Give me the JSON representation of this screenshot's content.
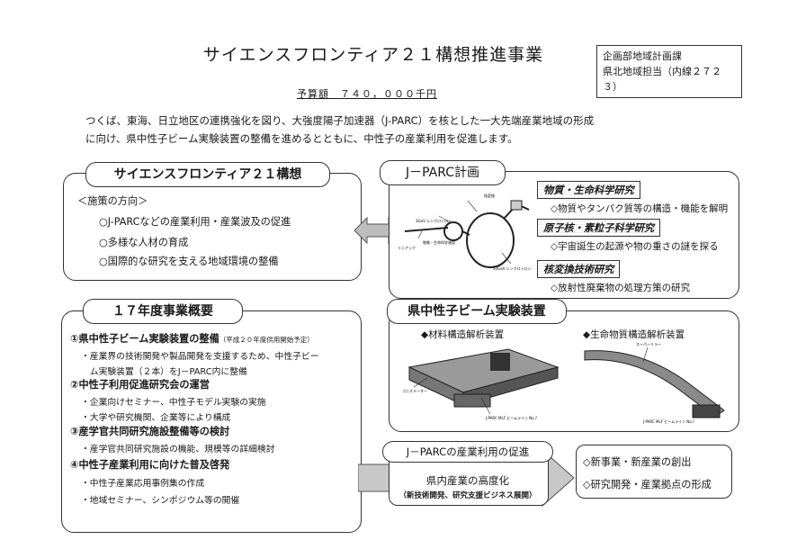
{
  "header": {
    "title": "サイエンスフロンティア２１構想推進事業",
    "dept_line1": "企画部地域計画課",
    "dept_line2": "県北地域担当（内線２７２３）",
    "budget": "予算額　７４０，０００千円"
  },
  "intro": {
    "line1": "つくば、東海、日立地区の連携強化を図り、大強度陽子加速器（J-PARC）を核とした一大先端産業地域の形成",
    "line2": "に向け、県中性子ビーム実験装置の整備を進めるとともに、中性子の産業利用を促進します。"
  },
  "concept": {
    "title": "サイエンスフロンティア２１構想",
    "policy_heading": "＜施策の方向＞",
    "items": [
      "○J-PARCなどの産業利用・産業波及の促進",
      "○多様な人材の育成",
      "○国際的な研究を支える地域環境の整備"
    ]
  },
  "jparc": {
    "title": "J－PARC計画",
    "research": [
      {
        "name": "物質・生命科学研究",
        "desc": "◇物質やタンパク質等の構造・機能を解明"
      },
      {
        "name": "原子核・素粒子科学研究",
        "desc": "◇宇宙誕生の起源や物の重さの謎を探る"
      },
      {
        "name": "核変換技術研究",
        "desc": "◇放射性廃棄物の処理方策の研究"
      }
    ]
  },
  "neutron": {
    "title": "県中性子ビーム実験装置",
    "device1": "◆材料構造解析装置",
    "device2": "◆生命物質構造解析装置"
  },
  "fy17": {
    "title": "１７年度事業概要",
    "items": [
      {
        "heading": "①県中性子ビーム実験装置の整備",
        "note": "（平成２０年度供用開始予定）",
        "details": [
          "・産業界の技術開発や製品開発を支援するため、中性子ビー",
          "　ム実験装置（２本）をJ－PARC内に整備"
        ]
      },
      {
        "heading": "②中性子利用促進研究会の運営",
        "note": "",
        "details": [
          "・企業向けセミナー、中性子モデル実験の実施",
          "・大学や研究機関、企業等により構成"
        ]
      },
      {
        "heading": "③産学官共同研究施設整備等の検討",
        "note": "",
        "details": [
          "・産学官共同研究施設の機能、規模等の詳細検討"
        ]
      },
      {
        "heading": "④中性子産業利用に向けた普及啓発",
        "note": "",
        "details": [
          "・中性子産業応用事例集の作成",
          "・地域セミナー、シンポジウム等の開催"
        ]
      }
    ]
  },
  "promotion": {
    "title": "J－PARCの産業利用の促進",
    "sub": "県内産業の高度化",
    "subnote": "（新技術開発、研究支援ビジネス展開）"
  },
  "results": {
    "items": [
      "◇新事業・新産業の創出",
      "◇研究開発・産業拠点の形成"
    ]
  }
}
